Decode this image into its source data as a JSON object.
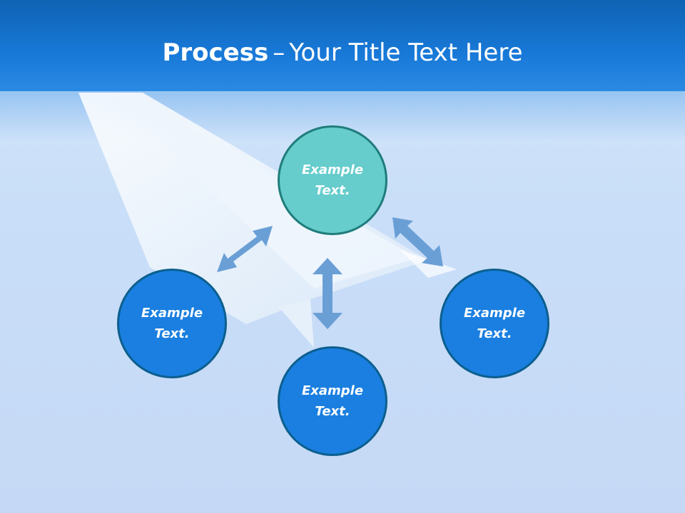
{
  "title": {
    "bold": "Process",
    "separator": "–",
    "rest": "Your Title Text Here"
  },
  "nodes": {
    "top": {
      "line1": "Example",
      "line2": "Text."
    },
    "left": {
      "line1": "Example",
      "line2": "Text."
    },
    "right": {
      "line1": "Example",
      "line2": "Text."
    },
    "bottom": {
      "line1": "Example",
      "line2": "Text."
    }
  },
  "colors": {
    "header": "#1879d8",
    "node_blue": "#1a7fe0",
    "node_teal": "#66cccc",
    "arrow": "#6a9fd6"
  }
}
